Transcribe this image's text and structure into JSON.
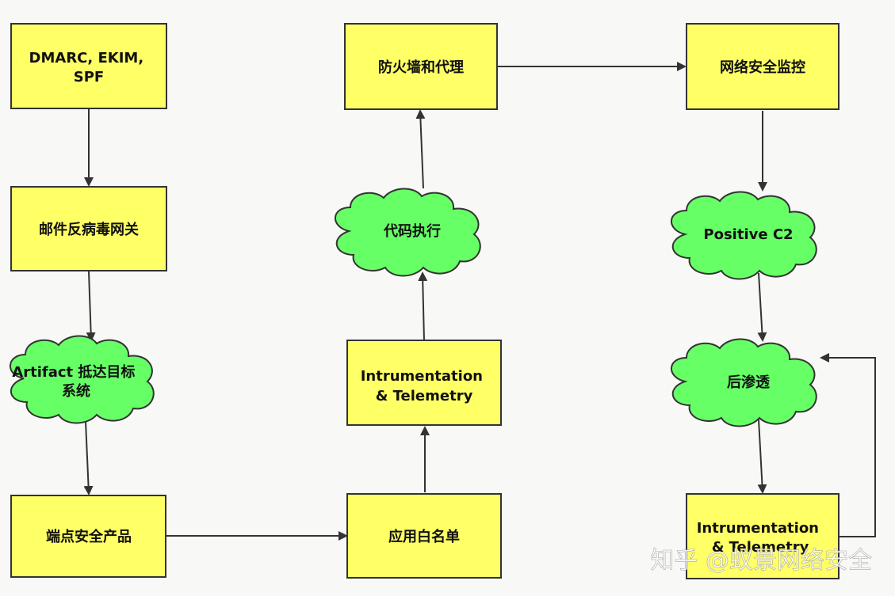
{
  "colors": {
    "box_fill": "#ffff66",
    "cloud_fill": "#66ff66",
    "stroke": "#333333"
  },
  "nodes": {
    "dmarc": {
      "lines": [
        "DMARC, EKIM,",
        "SPF"
      ]
    },
    "mail_gateway": {
      "lines": [
        "邮件反病毒网关"
      ]
    },
    "artifact": {
      "lines": [
        "Artifact 抵达目标",
        "系统"
      ]
    },
    "endpoint": {
      "lines": [
        "端点安全产品"
      ]
    },
    "whitelist": {
      "lines": [
        "应用白名单"
      ]
    },
    "instr_mid": {
      "lines": [
        "Intrumentation",
        "& Telemetry"
      ]
    },
    "code_exec": {
      "lines": [
        "代码执行"
      ]
    },
    "firewall": {
      "lines": [
        "防火墙和代理"
      ]
    },
    "net_monitor": {
      "lines": [
        "网络安全监控"
      ]
    },
    "positive_c2": {
      "lines": [
        "Positive C2"
      ]
    },
    "post_exploit": {
      "lines": [
        "后渗透"
      ]
    },
    "instr_right": {
      "lines": [
        "Intrumentation",
        "& Telemetry"
      ]
    }
  },
  "watermark": "知乎 @蚁景网络安全"
}
